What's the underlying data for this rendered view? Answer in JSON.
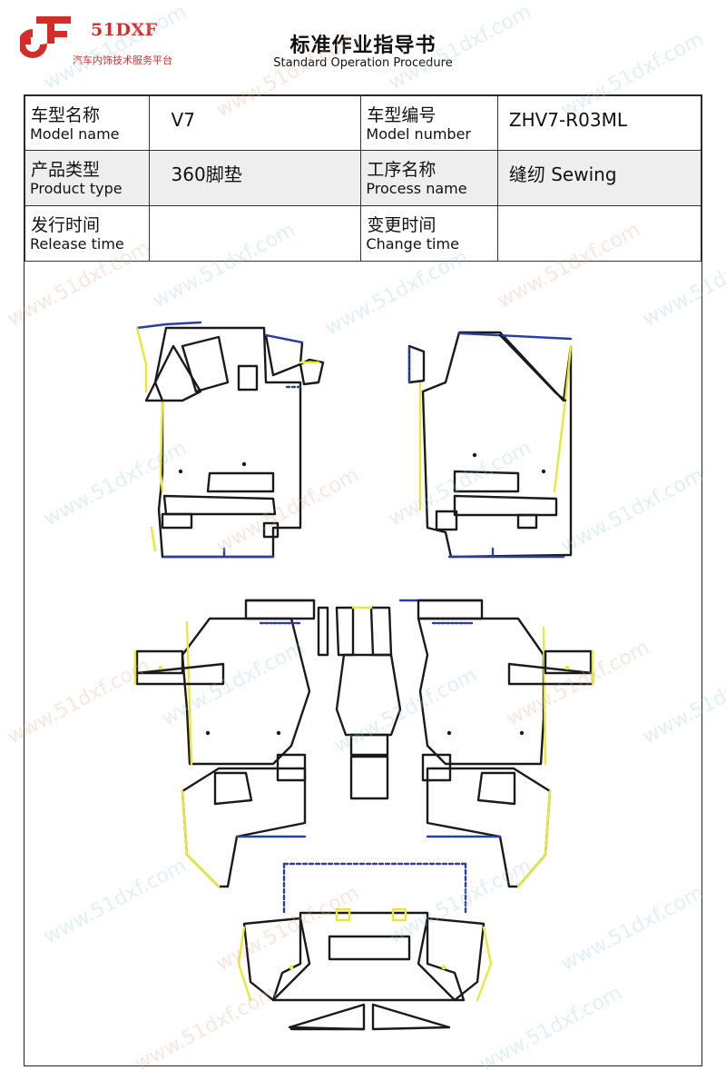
{
  "logo": {
    "brand": "51DXF",
    "tagline": "汽车内饰技术服务平台",
    "accent_color": "#d42d27"
  },
  "document": {
    "title_cn": "标准作业指导书",
    "title_en": "Standard Operation Procedure"
  },
  "info_table": {
    "model_name": {
      "label_cn": "车型名称",
      "label_en": "Model name",
      "value": "V7"
    },
    "model_number": {
      "label_cn": "车型编号",
      "label_en": "Model number",
      "value": "ZHV7-R03ML"
    },
    "product_type": {
      "label_cn": "产品类型",
      "label_en": "Product type",
      "value": "360脚垫"
    },
    "process_name": {
      "label_cn": "工序名称",
      "label_en": "Process name",
      "value": "缝纫 Sewing"
    },
    "release_time": {
      "label_cn": "发行时间",
      "label_en": "Release time",
      "value": ""
    },
    "change_time": {
      "label_cn": "变更时间",
      "label_en": "Change time",
      "value": ""
    }
  },
  "watermark": {
    "text": "www.51dxf.com"
  },
  "drawing": {
    "name": "floor-mat-pattern-layout",
    "line_colors": {
      "outline": "#1a1a1a",
      "edge_yellow": "#e8e83a",
      "edge_blue": "#2c3f9e"
    }
  }
}
